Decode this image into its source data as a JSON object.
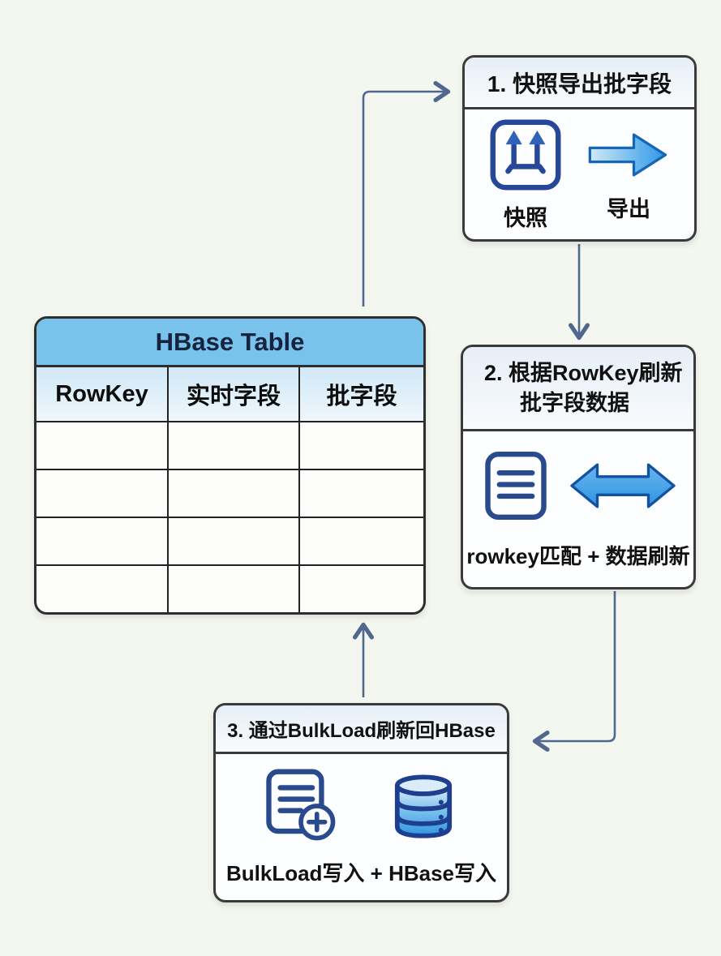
{
  "page": {
    "background": "#f4f6f0"
  },
  "hbase_table": {
    "title": "HBase Table",
    "columns": [
      "RowKey",
      "实时字段",
      "批字段"
    ],
    "empty_row_count": 4
  },
  "step1": {
    "title": "1. 快照导出批字段",
    "snapshot_label": "快照",
    "export_label": "导出"
  },
  "step2": {
    "title_line1": "2. 根据RowKey刷新",
    "title_line2": "批字段数据",
    "caption": "rowkey匹配 + 数据刷新"
  },
  "step3": {
    "title": "3. 通过BulkLoad刷新回HBase",
    "caption": "BulkLoad写入 + HBase写入"
  },
  "colors": {
    "canvas_background": "#f4f6f0",
    "table_title_bg": "#79c2ec",
    "table_header_bg": "#d0e8f7",
    "box_header_bg": "#e7eef6",
    "box_border": "#3a3a3a",
    "icon_navy": "#27479b",
    "arrow_fill_blue": "#3f9fe8",
    "connector_line": "#50688f"
  }
}
